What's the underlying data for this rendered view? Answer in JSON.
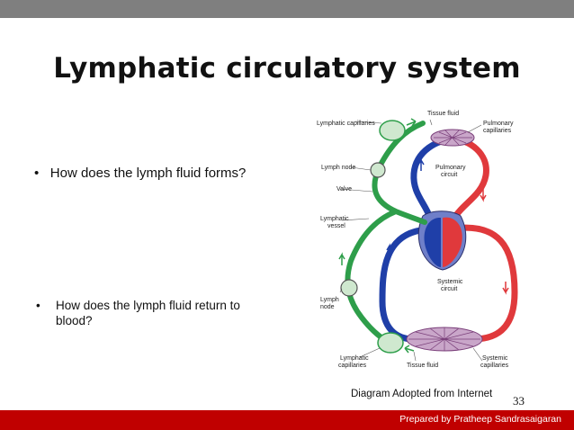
{
  "slide": {
    "title": "Lymphatic circulatory system",
    "bullet_1": "How does the lymph fluid forms?",
    "bullet_2": "How does the lymph fluid return to blood?",
    "bullet_symbol": "•",
    "caption": "Diagram Adopted from Internet",
    "slide_number": "33",
    "footer": "Prepared by Pratheep Sandrasaigaran"
  },
  "diagram": {
    "labels": {
      "tissue_fluid_top": "Tissue fluid",
      "lymphatic_capillaries_top": "Lymphatic capillaries",
      "pulmonary_capillaries_1": "Pulmonary",
      "pulmonary_capillaries_2": "capillaries",
      "lymph_node_top": "Lymph node",
      "pulmonary_circuit_1": "Pulmonary",
      "pulmonary_circuit_2": "circuit",
      "valve": "Valve",
      "lymphatic_vessel_1": "Lymphatic",
      "lymphatic_vessel_2": "vessel",
      "systemic_circuit_1": "Systemic",
      "systemic_circuit_2": "circuit",
      "lymph_node_bottom_1": "Lymph",
      "lymph_node_bottom_2": "node",
      "lymphatic_capillaries_bottom_1": "Lymphatic",
      "lymphatic_capillaries_bottom_2": "capillaries",
      "tissue_fluid_bottom": "Tissue fluid",
      "systemic_capillaries_1": "Systemic",
      "systemic_capillaries_2": "capillaries"
    },
    "colors": {
      "lymph": "#2e9e4a",
      "oxygen_poor": "#1f3fa8",
      "oxygen_rich": "#e0393c"
    }
  }
}
